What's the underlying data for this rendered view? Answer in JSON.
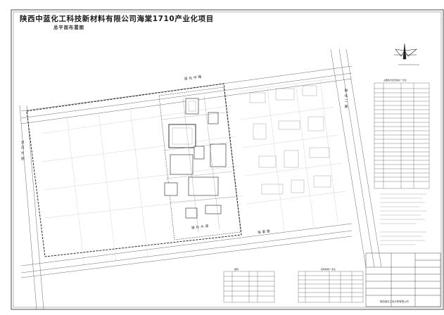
{
  "title": "陕西中蓝化工科技新材料有限公司海棠1710产业化项目",
  "subtitle": "总平面布置图",
  "roads": {
    "north": "振化中路",
    "south": "振化大道",
    "south_east": "海棠路",
    "west": "泾河大道",
    "east": "振化二路"
  },
  "side_table": {
    "title": "主要技术经济指标一览表"
  },
  "legend_table": {
    "title": "图例"
  },
  "buildings_table": {
    "title": "建构筑物一览表"
  },
  "title_block": {
    "company": "陕西省化工设计院有限公司"
  },
  "colors": {
    "line": "#555555",
    "grid": "#9a9a9a",
    "border": "#222222"
  }
}
